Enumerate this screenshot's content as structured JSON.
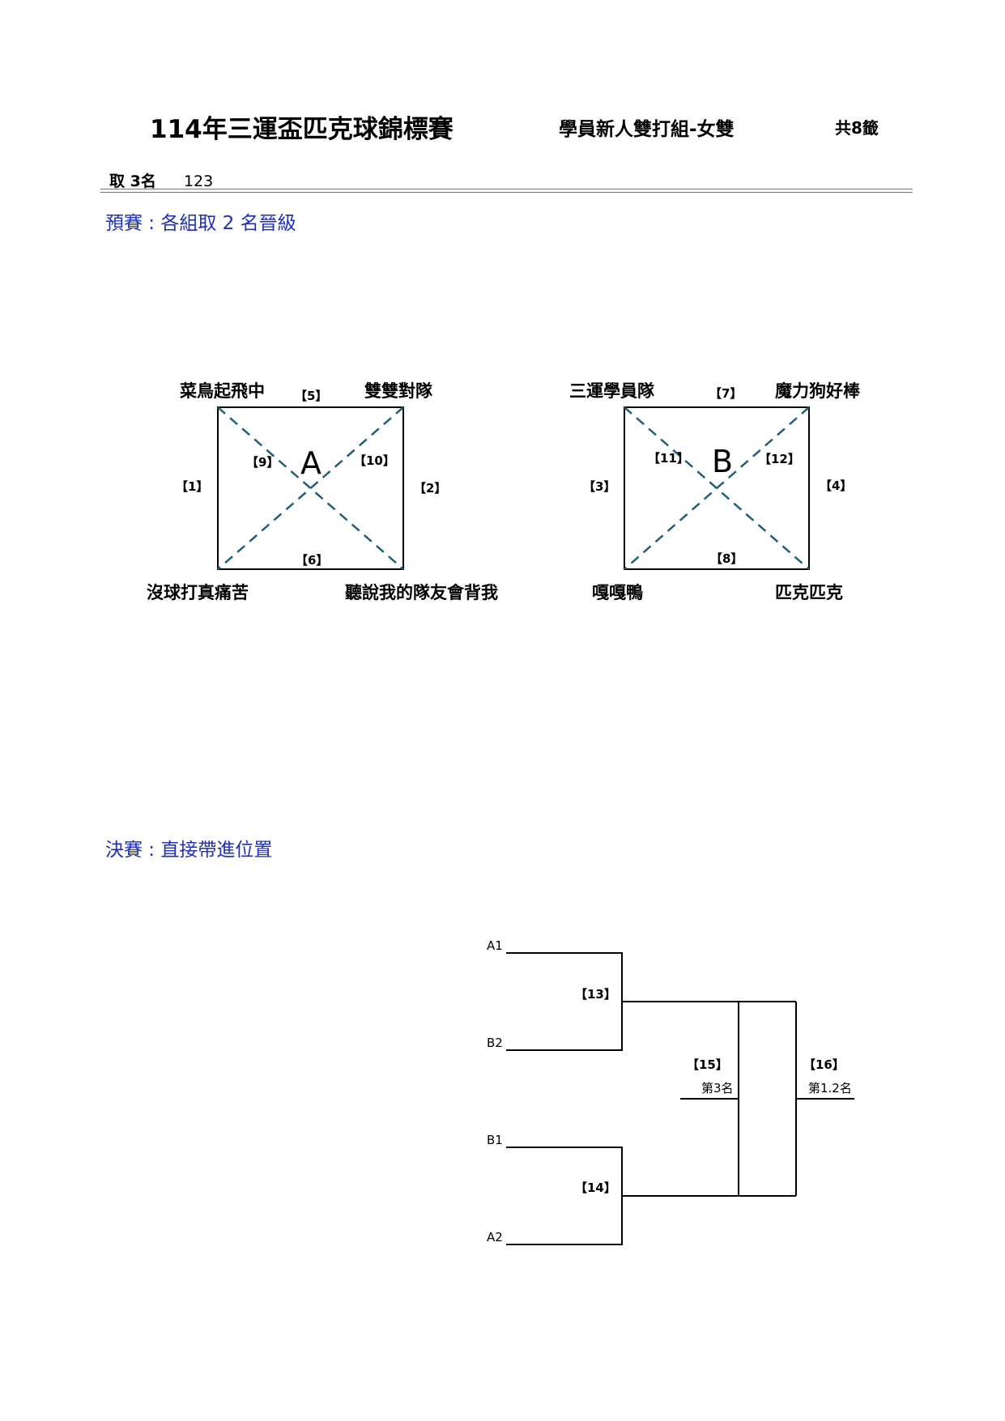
{
  "header": {
    "title": "114年三運盃匹克球錦標賽",
    "division": "學員新人雙打組-女雙",
    "draws": "共8籤",
    "takes_label": "取 3名",
    "takes_value": "123"
  },
  "prelim": {
    "heading": "預賽 : 各組取 2 名晉級",
    "groups": [
      {
        "name": "A",
        "teams": {
          "top_left": "菜鳥起飛中",
          "top_right": "雙雙對隊",
          "bottom_left": "沒球打真痛苦",
          "bottom_right": "聽說我的隊友會背我"
        },
        "matches": {
          "top": "【5】",
          "bottom": "【6】",
          "left": "【1】",
          "right": "【2】",
          "diag_left": "【9】",
          "diag_right": "【10】"
        }
      },
      {
        "name": "B",
        "teams": {
          "top_left": "三運學員隊",
          "top_right": "魔力狗好棒",
          "bottom_left": "嘎嘎鴨",
          "bottom_right": "匹克匹克"
        },
        "matches": {
          "top": "【7】",
          "bottom": "【8】",
          "left": "【3】",
          "right": "【4】",
          "diag_left": "【11】",
          "diag_right": "【12】"
        }
      }
    ]
  },
  "final": {
    "heading": "決賽 : 直接帶進位置",
    "seeds": [
      "A1",
      "B2",
      "B1",
      "A2"
    ],
    "semi_matches": [
      "【13】",
      "【14】"
    ],
    "third_place_match": "【15】",
    "third_place_label": "第3名",
    "final_match": "【16】",
    "final_label": "第1.2名"
  },
  "colors": {
    "heading": "#1f2fb8",
    "diagonal": "#1f5f7a"
  }
}
